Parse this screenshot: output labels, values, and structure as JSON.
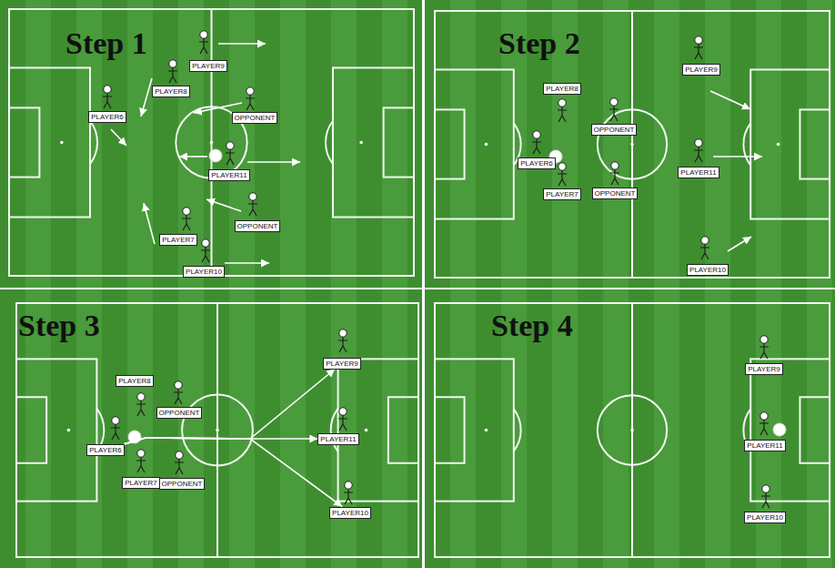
{
  "diagram": {
    "nodes": [
      {
        "text": [
          "Step 1"
        ]
      },
      {
        "text": [
          "PLAYER9"
        ],
        "in": 0
      },
      {
        "text": [
          "PLAYER8"
        ],
        "in": 0
      },
      {
        "text": [
          "PLAYER6"
        ],
        "in": 0
      },
      {
        "text": [
          "OPPONENT"
        ],
        "in": 0
      },
      {
        "text": [
          "PLAYER11"
        ],
        "in": 0
      },
      {
        "text": [
          "OPPONENT"
        ],
        "in": 0
      },
      {
        "text": [
          "PLAYER7"
        ],
        "in": 0
      },
      {
        "text": [
          "PLAYER10"
        ],
        "in": 0
      },
      {
        "text": [
          "Step 2"
        ]
      },
      {
        "text": [
          "PLAYER9"
        ],
        "in": 9
      },
      {
        "text": [
          "PLAYER8"
        ],
        "in": 9
      },
      {
        "text": [
          "OPPONENT"
        ],
        "in": 9
      },
      {
        "text": [
          "PLAYER6"
        ],
        "in": 9
      },
      {
        "text": [
          "PLAYER11"
        ],
        "in": 9
      },
      {
        "text": [
          "OPPONENT"
        ],
        "in": 9
      },
      {
        "text": [
          "PLAYER7"
        ],
        "in": 9
      },
      {
        "text": [
          "PLAYER10"
        ],
        "in": 9
      },
      {
        "text": [
          "Step 3"
        ]
      },
      {
        "text": [
          "PLAYER9"
        ],
        "in": 18
      },
      {
        "text": [
          "PLAYER8"
        ],
        "in": 18
      },
      {
        "text": [
          "OPPONENT"
        ],
        "in": 18
      },
      {
        "text": [
          "PLAYER11"
        ],
        "in": 18
      },
      {
        "text": [
          "PLAYER6"
        ],
        "in": 18
      },
      {
        "text": [
          "PLAYER7"
        ],
        "in": 18
      },
      {
        "text": [
          "OPPONENT"
        ],
        "in": 18
      },
      {
        "text": [
          "PLAYER10"
        ],
        "in": 18
      },
      {
        "text": [
          "Step 4"
        ]
      },
      {
        "text": [
          "PLAYER9"
        ],
        "in": 27
      },
      {
        "text": [
          "PLAYER11"
        ],
        "in": 27
      },
      {
        "text": [
          "PLAYER10"
        ],
        "in": 27
      }
    ],
    "edges": [
      {
        "from": 23,
        "to": 19,
        "arrow": "to"
      },
      {
        "from": 23,
        "to": 22,
        "arrow": "to"
      },
      {
        "from": 23,
        "to": 26,
        "arrow": "to"
      }
    ]
  }
}
